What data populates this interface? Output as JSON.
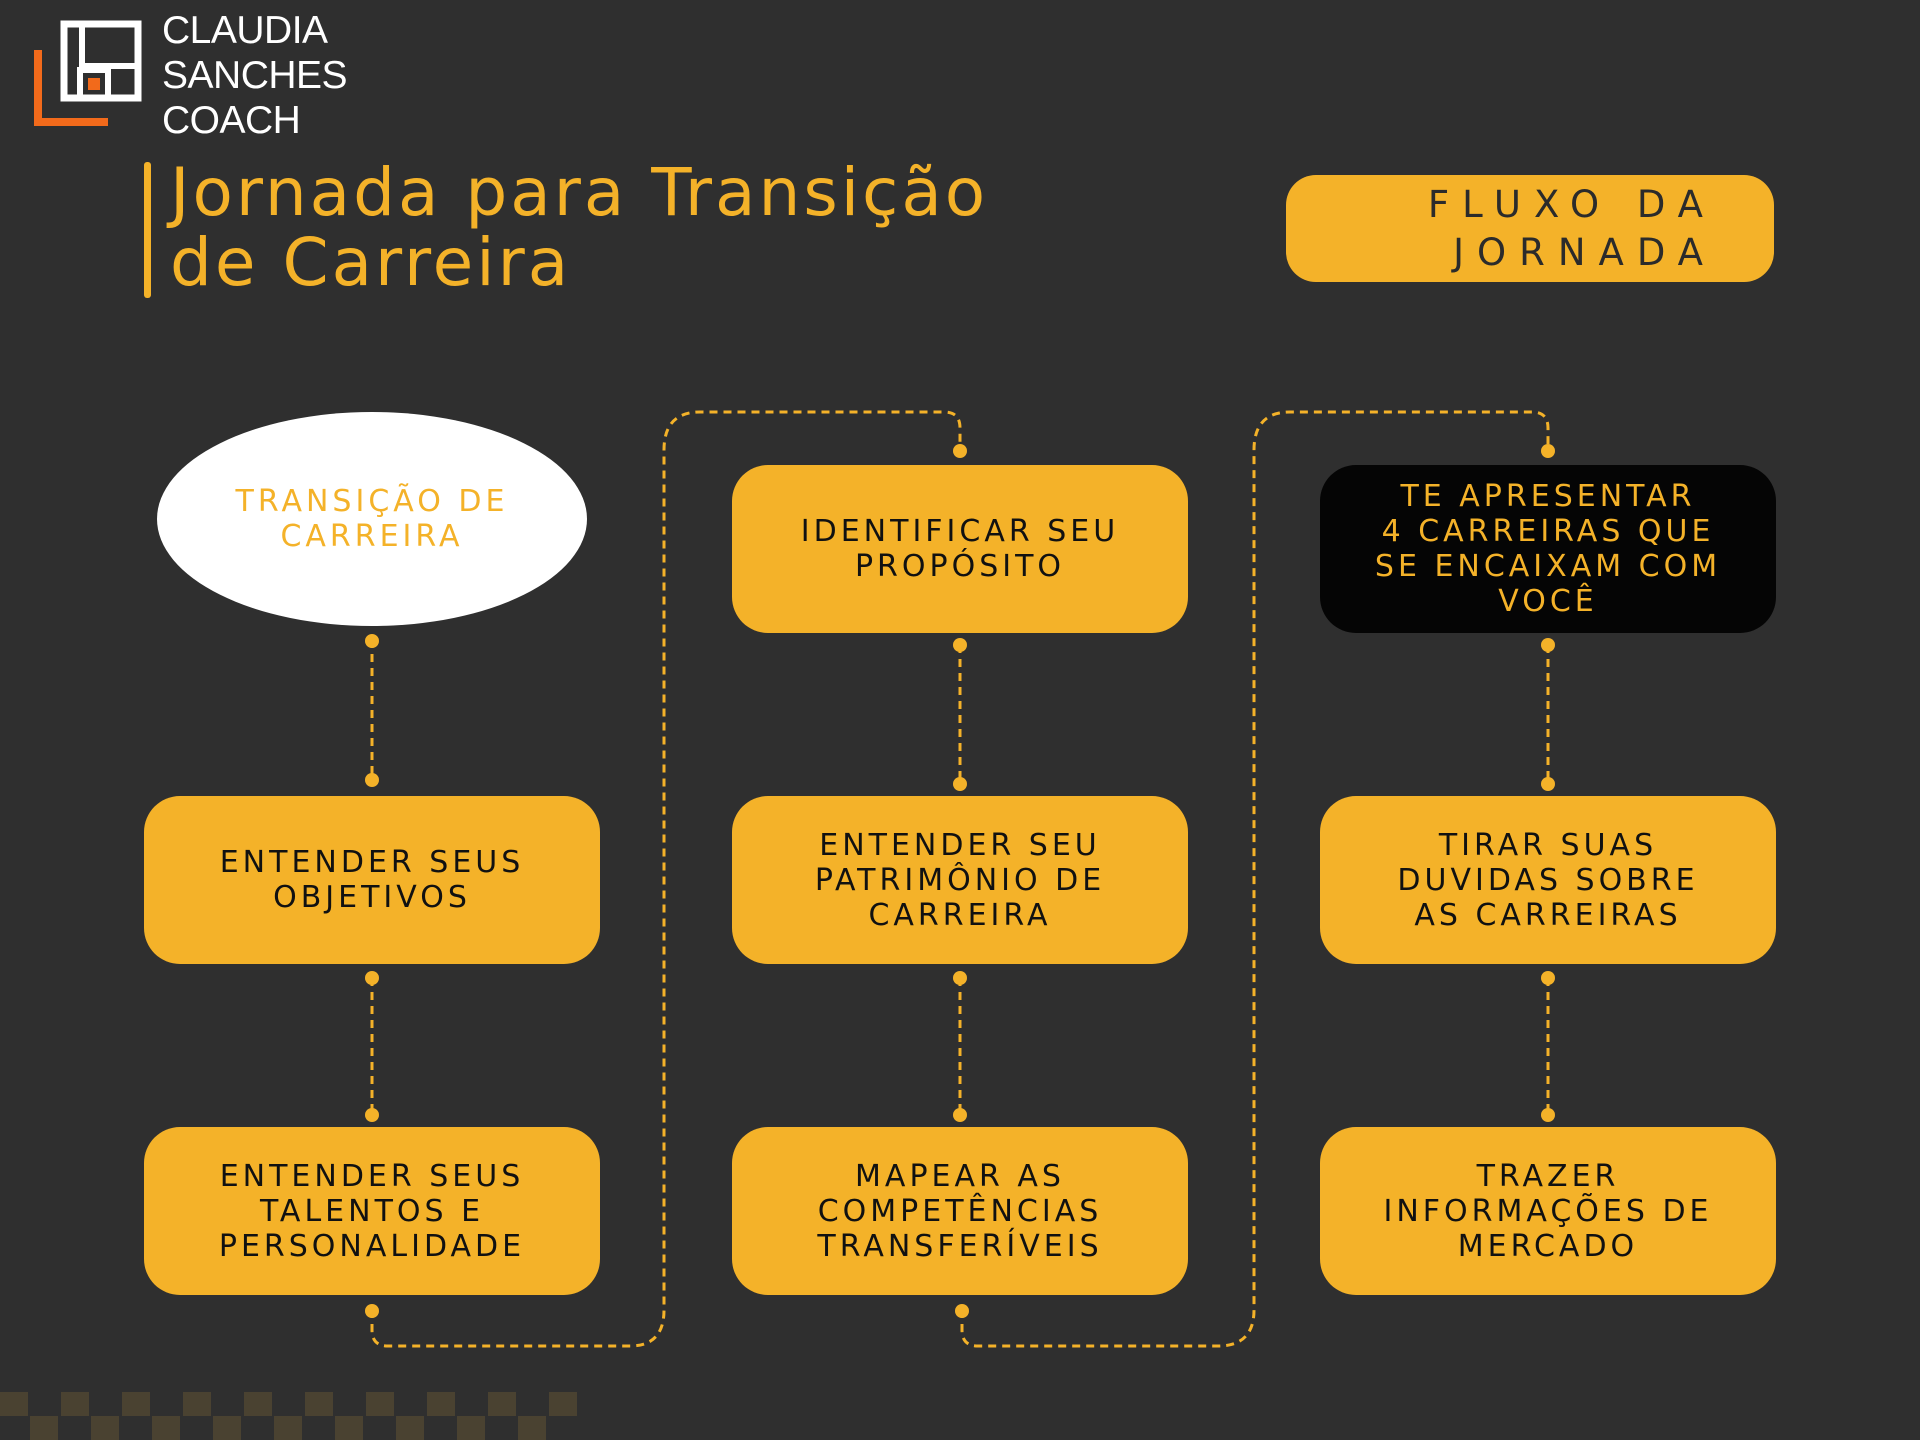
{
  "brand": {
    "name_lines": [
      "CLAUDIA",
      "SANCHES",
      "COACH"
    ],
    "logo_icon": "nested-squares-icon",
    "accent_orange": "#f26a1b"
  },
  "title": {
    "lines": [
      "Jornada para Transição",
      "de Carreira"
    ]
  },
  "badge": {
    "lines": [
      "FLUXO DA",
      "JORNADA"
    ]
  },
  "colors": {
    "background": "#2f2f2f",
    "accent": "#f4b229",
    "dark_box": "#050505",
    "ellipse": "#ffffff"
  },
  "flow": {
    "start": {
      "lines": [
        "TRANSIÇÃO DE",
        "CARREIRA"
      ]
    },
    "col1": [
      {
        "lines": [
          "ENTENDER SEUS",
          "OBJETIVOS"
        ]
      },
      {
        "lines": [
          "ENTENDER SEUS",
          "TALENTOS E",
          "PERSONALIDADE"
        ]
      }
    ],
    "col2": [
      {
        "lines": [
          "IDENTIFICAR SEU",
          "PROPÓSITO"
        ]
      },
      {
        "lines": [
          "ENTENDER SEU",
          "PATRIMÔNIO DE",
          "CARREIRA"
        ]
      },
      {
        "lines": [
          "MAPEAR AS",
          "COMPETÊNCIAS",
          "TRANSFERÍVEIS"
        ]
      }
    ],
    "col3": [
      {
        "lines": [
          "TE APRESENTAR",
          "4 CARREIRAS QUE",
          "SE ENCAIXAM COM",
          "VOCÊ"
        ]
      },
      {
        "lines": [
          "TIRAR SUAS",
          "DUVIDAS SOBRE",
          "AS CARREIRAS"
        ]
      },
      {
        "lines": [
          "TRAZER",
          "INFORMAÇÕES DE",
          "MERCADO"
        ]
      }
    ]
  }
}
